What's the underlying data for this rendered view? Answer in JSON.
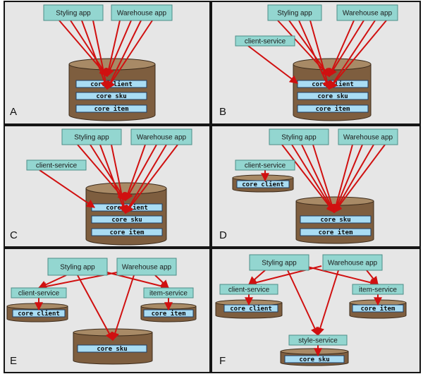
{
  "panels": [
    {
      "label": "A",
      "services": [
        {
          "id": "styling",
          "text": "Styling app"
        },
        {
          "id": "warehouse",
          "text": "Warehouse app"
        }
      ],
      "databases": [
        {
          "id": "db1",
          "tables": [
            "core client",
            "core sku",
            "core item"
          ]
        }
      ]
    },
    {
      "label": "B",
      "services": [
        {
          "id": "styling",
          "text": "Styling app"
        },
        {
          "id": "warehouse",
          "text": "Warehouse app"
        },
        {
          "id": "client",
          "text": "client-service"
        }
      ],
      "databases": [
        {
          "id": "db1",
          "tables": [
            "core client",
            "core sku",
            "core item"
          ]
        }
      ]
    },
    {
      "label": "C",
      "services": [
        {
          "id": "styling",
          "text": "Styling app"
        },
        {
          "id": "warehouse",
          "text": "Warehouse app"
        },
        {
          "id": "client",
          "text": "client-service"
        }
      ],
      "databases": [
        {
          "id": "db1",
          "tables": [
            "core client",
            "core sku",
            "core item"
          ]
        }
      ]
    },
    {
      "label": "D",
      "services": [
        {
          "id": "styling",
          "text": "Styling app"
        },
        {
          "id": "warehouse",
          "text": "Warehouse app"
        },
        {
          "id": "client",
          "text": "client-service"
        }
      ],
      "databases": [
        {
          "id": "dbc",
          "tables": [
            "core client"
          ]
        },
        {
          "id": "db1",
          "tables": [
            "core sku",
            "core item"
          ]
        }
      ]
    },
    {
      "label": "E",
      "services": [
        {
          "id": "styling",
          "text": "Styling app"
        },
        {
          "id": "warehouse",
          "text": "Warehouse app"
        },
        {
          "id": "client",
          "text": "client-service"
        },
        {
          "id": "item",
          "text": "item-service"
        }
      ],
      "databases": [
        {
          "id": "dbc",
          "tables": [
            "core client"
          ]
        },
        {
          "id": "dbi",
          "tables": [
            "core item"
          ]
        },
        {
          "id": "dbs",
          "tables": [
            "core sku"
          ]
        }
      ]
    },
    {
      "label": "F",
      "services": [
        {
          "id": "styling",
          "text": "Styling app"
        },
        {
          "id": "warehouse",
          "text": "Warehouse app"
        },
        {
          "id": "client",
          "text": "client-service"
        },
        {
          "id": "item",
          "text": "item-service"
        },
        {
          "id": "style",
          "text": "style-service"
        }
      ],
      "databases": [
        {
          "id": "dbc",
          "tables": [
            "core client"
          ]
        },
        {
          "id": "dbi",
          "tables": [
            "core item"
          ]
        },
        {
          "id": "dbs",
          "tables": [
            "core sku"
          ]
        }
      ]
    }
  ]
}
